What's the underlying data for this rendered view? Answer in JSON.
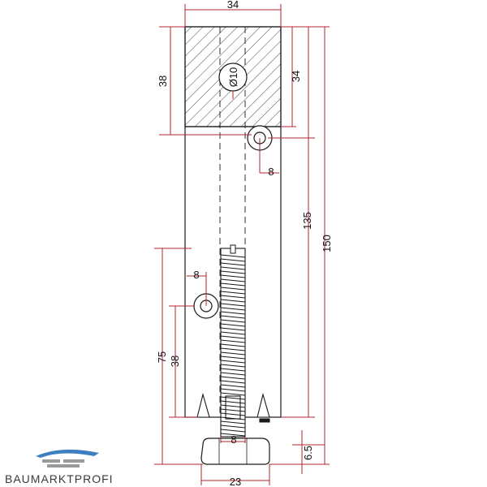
{
  "drawing": {
    "dimensions": {
      "top_width": "34",
      "block_height_left": "38",
      "inner_height_right": "34",
      "hole_dia": "Ø10",
      "hole_offset_upper": "8",
      "height_135": "135",
      "height_150": "150",
      "hole_offset_lower": "8",
      "height_75": "75",
      "height_38_lower": "38",
      "foot_offset": "8",
      "foot_thickness": "6.5",
      "foot_width": "23"
    },
    "colors": {
      "outline": "#1a1a1a",
      "dimension_line": "#b3262f",
      "hidden_line": "#222222"
    }
  },
  "logo": {
    "text": "BAUMARKTPROFI",
    "colors": {
      "blue": "#3d7fc1",
      "grey": "#5a5a5a"
    }
  }
}
